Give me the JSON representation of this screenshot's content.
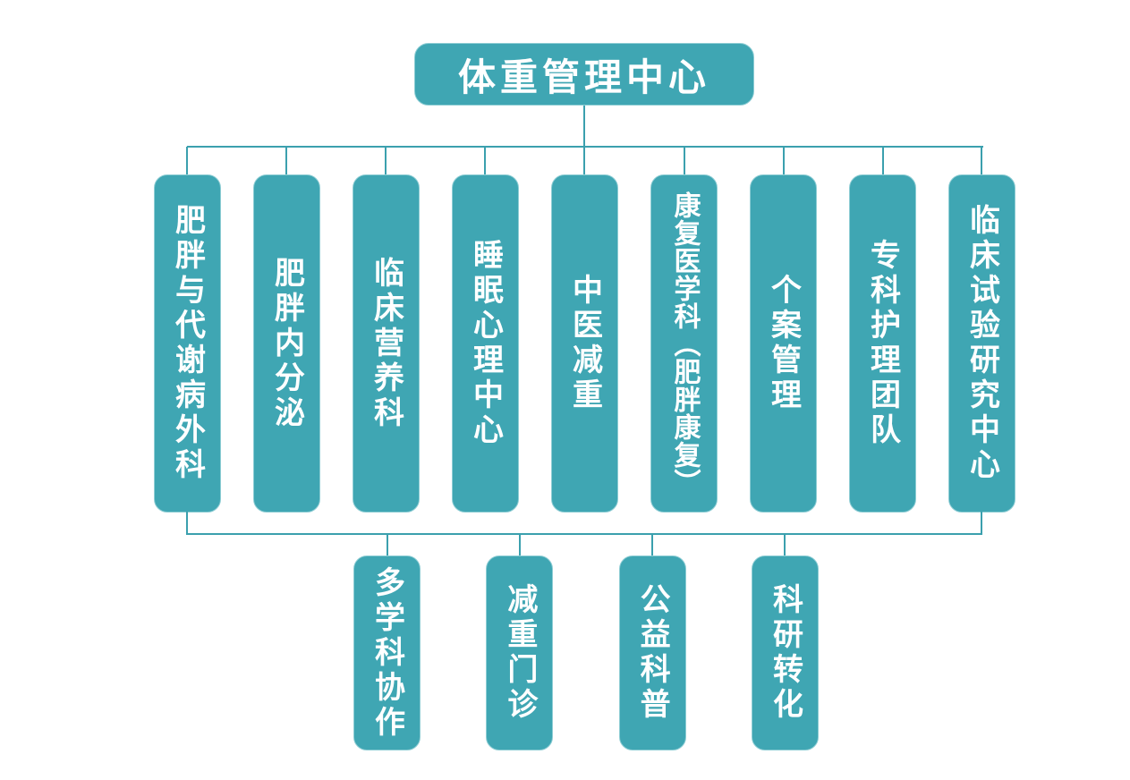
{
  "page": {
    "background": "#FFFFFF"
  },
  "colors": {
    "box_fill": "#3FA6B3",
    "box_border": "#8ECDD4",
    "connector_line": "#3BA0AE",
    "text": "#FFFFFF"
  },
  "org": {
    "root": {
      "label": "体重管理中心"
    },
    "departments": [
      {
        "label": "肥胖与代谢病外科"
      },
      {
        "label": "肥胖内分泌"
      },
      {
        "label": "临床营养科"
      },
      {
        "label": "睡眠心理中心"
      },
      {
        "label": "中医减重"
      },
      {
        "label": "康复医学科（肥胖康复）"
      },
      {
        "label": "个案管理"
      },
      {
        "label": "专科护理团队"
      },
      {
        "label": "临床试验研究中心"
      }
    ],
    "functions": [
      {
        "label": "多学科协作"
      },
      {
        "label": "减重门诊"
      },
      {
        "label": "公益科普"
      },
      {
        "label": "科研转化"
      }
    ]
  }
}
